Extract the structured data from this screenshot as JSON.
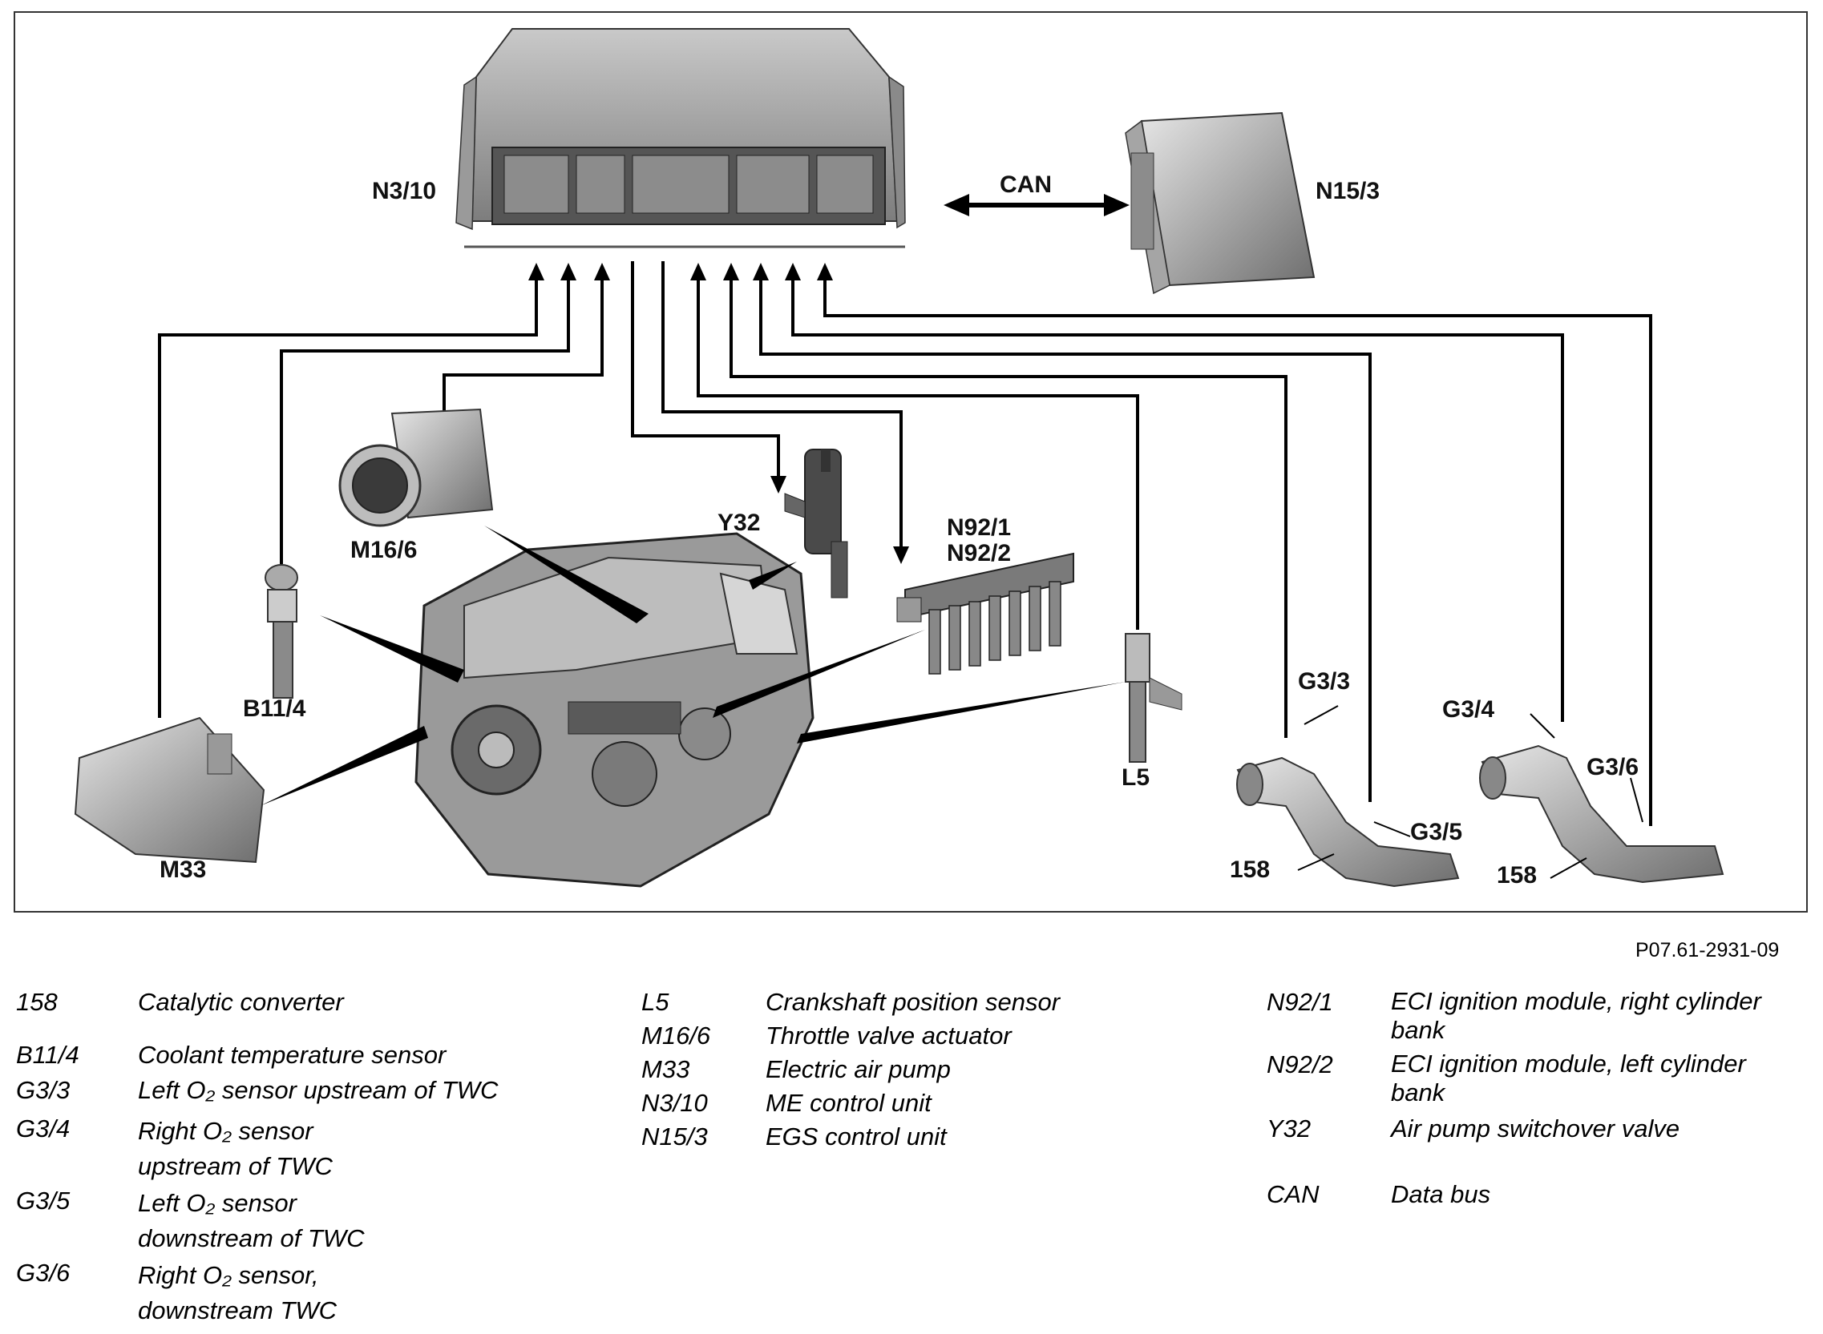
{
  "diagram": {
    "labels": {
      "n3_10": "N3/10",
      "can": "CAN",
      "n15_3": "N15/3",
      "m16_6": "M16/6",
      "y32": "Y32",
      "n92_1": "N92/1",
      "n92_2": "N92/2",
      "b11_4": "B11/4",
      "m33": "M33",
      "l5": "L5",
      "g3_3": "G3/3",
      "g3_4": "G3/4",
      "g3_5": "G3/5",
      "g3_6": "G3/6",
      "cat_left": "158",
      "cat_right": "158"
    }
  },
  "figure_id": "P07.61-2931-09",
  "legend": {
    "col1": [
      {
        "code": "158",
        "text": "Catalytic converter"
      },
      {
        "code": "B11/4",
        "text": "Coolant temperature sensor"
      },
      {
        "code": "G3/3",
        "text": "Left O₂ sensor upstream of TWC"
      },
      {
        "code": "G3/4",
        "text": "Right O₂ sensor upstream of TWC"
      },
      {
        "code": "G3/5",
        "text": "Left O₂ sensor downstream of TWC"
      },
      {
        "code": "G3/6",
        "text": "Right O₂ sensor, downstream TWC"
      }
    ],
    "col2": [
      {
        "code": "L5",
        "text": "Crankshaft position sensor"
      },
      {
        "code": "M16/6",
        "text": "Throttle valve actuator"
      },
      {
        "code": "M33",
        "text": "Electric air pump"
      },
      {
        "code": "N3/10",
        "text": "ME control unit"
      },
      {
        "code": "N15/3",
        "text": "EGS control unit"
      }
    ],
    "col3": [
      {
        "code": "N92/1",
        "text": "ECI ignition module, right cylinder bank"
      },
      {
        "code": "N92/2",
        "text": "ECI ignition module, left cylinder bank"
      },
      {
        "code": "Y32",
        "text": "Air pump switchover valve"
      },
      {
        "code": "CAN",
        "text": "Data bus"
      }
    ]
  }
}
